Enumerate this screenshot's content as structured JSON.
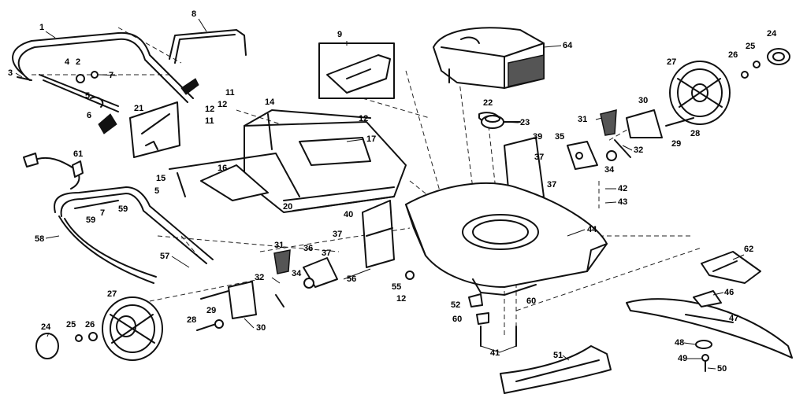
{
  "diagram": {
    "callouts": [
      {
        "id": "c1",
        "text": "1"
      },
      {
        "id": "c2",
        "text": "2"
      },
      {
        "id": "c3",
        "text": "3"
      },
      {
        "id": "c4",
        "text": "4"
      },
      {
        "id": "c5",
        "text": "5"
      },
      {
        "id": "c6",
        "text": "6"
      },
      {
        "id": "c7",
        "text": "7"
      },
      {
        "id": "c8",
        "text": "8"
      },
      {
        "id": "c9",
        "text": "9"
      },
      {
        "id": "c64",
        "text": "64"
      },
      {
        "id": "c24a",
        "text": "24"
      },
      {
        "id": "c25a",
        "text": "25"
      },
      {
        "id": "c26a",
        "text": "26"
      },
      {
        "id": "c27a",
        "text": "27"
      },
      {
        "id": "c21",
        "text": "21"
      },
      {
        "id": "c11a",
        "text": "11"
      },
      {
        "id": "c12a",
        "text": "12"
      },
      {
        "id": "c12b",
        "text": "12"
      },
      {
        "id": "c11b",
        "text": "11"
      },
      {
        "id": "c14",
        "text": "14"
      },
      {
        "id": "c12c",
        "text": "12"
      },
      {
        "id": "c17",
        "text": "17"
      },
      {
        "id": "c22",
        "text": "22"
      },
      {
        "id": "c23",
        "text": "23"
      },
      {
        "id": "c31a",
        "text": "31"
      },
      {
        "id": "c30a",
        "text": "30"
      },
      {
        "id": "c28a",
        "text": "28"
      },
      {
        "id": "c29a",
        "text": "29"
      },
      {
        "id": "c32a",
        "text": "32"
      },
      {
        "id": "c39",
        "text": "39"
      },
      {
        "id": "c35",
        "text": "35"
      },
      {
        "id": "c37a",
        "text": "37"
      },
      {
        "id": "c37b",
        "text": "37"
      },
      {
        "id": "c34a",
        "text": "34"
      },
      {
        "id": "c42",
        "text": "42"
      },
      {
        "id": "c43",
        "text": "43"
      },
      {
        "id": "c61",
        "text": "61"
      },
      {
        "id": "c15",
        "text": "15"
      },
      {
        "id": "c16",
        "text": "16"
      },
      {
        "id": "c5b",
        "text": "5"
      },
      {
        "id": "c7b",
        "text": "7"
      },
      {
        "id": "c59a",
        "text": "59"
      },
      {
        "id": "c59b",
        "text": "59"
      },
      {
        "id": "c20",
        "text": "20"
      },
      {
        "id": "c40",
        "text": "40"
      },
      {
        "id": "c44",
        "text": "44"
      },
      {
        "id": "c58",
        "text": "58"
      },
      {
        "id": "c57",
        "text": "57"
      },
      {
        "id": "c31b",
        "text": "31"
      },
      {
        "id": "c36",
        "text": "36"
      },
      {
        "id": "c37c",
        "text": "37"
      },
      {
        "id": "c37d",
        "text": "37"
      },
      {
        "id": "c32b",
        "text": "32"
      },
      {
        "id": "c34b",
        "text": "34"
      },
      {
        "id": "c56",
        "text": "56"
      },
      {
        "id": "c55",
        "text": "55"
      },
      {
        "id": "c12d",
        "text": "12"
      },
      {
        "id": "c52",
        "text": "52"
      },
      {
        "id": "c60a",
        "text": "60"
      },
      {
        "id": "c60b",
        "text": "60"
      },
      {
        "id": "c62",
        "text": "62"
      },
      {
        "id": "c46",
        "text": "46"
      },
      {
        "id": "c47",
        "text": "47"
      },
      {
        "id": "c48",
        "text": "48"
      },
      {
        "id": "c49",
        "text": "49"
      },
      {
        "id": "c50",
        "text": "50"
      },
      {
        "id": "c41",
        "text": "41"
      },
      {
        "id": "c51",
        "text": "51"
      },
      {
        "id": "c27b",
        "text": "27"
      },
      {
        "id": "c24b",
        "text": "24"
      },
      {
        "id": "c25b",
        "text": "25"
      },
      {
        "id": "c26b",
        "text": "26"
      },
      {
        "id": "c28b",
        "text": "28"
      },
      {
        "id": "c29b",
        "text": "29"
      },
      {
        "id": "c30b",
        "text": "30"
      }
    ]
  }
}
